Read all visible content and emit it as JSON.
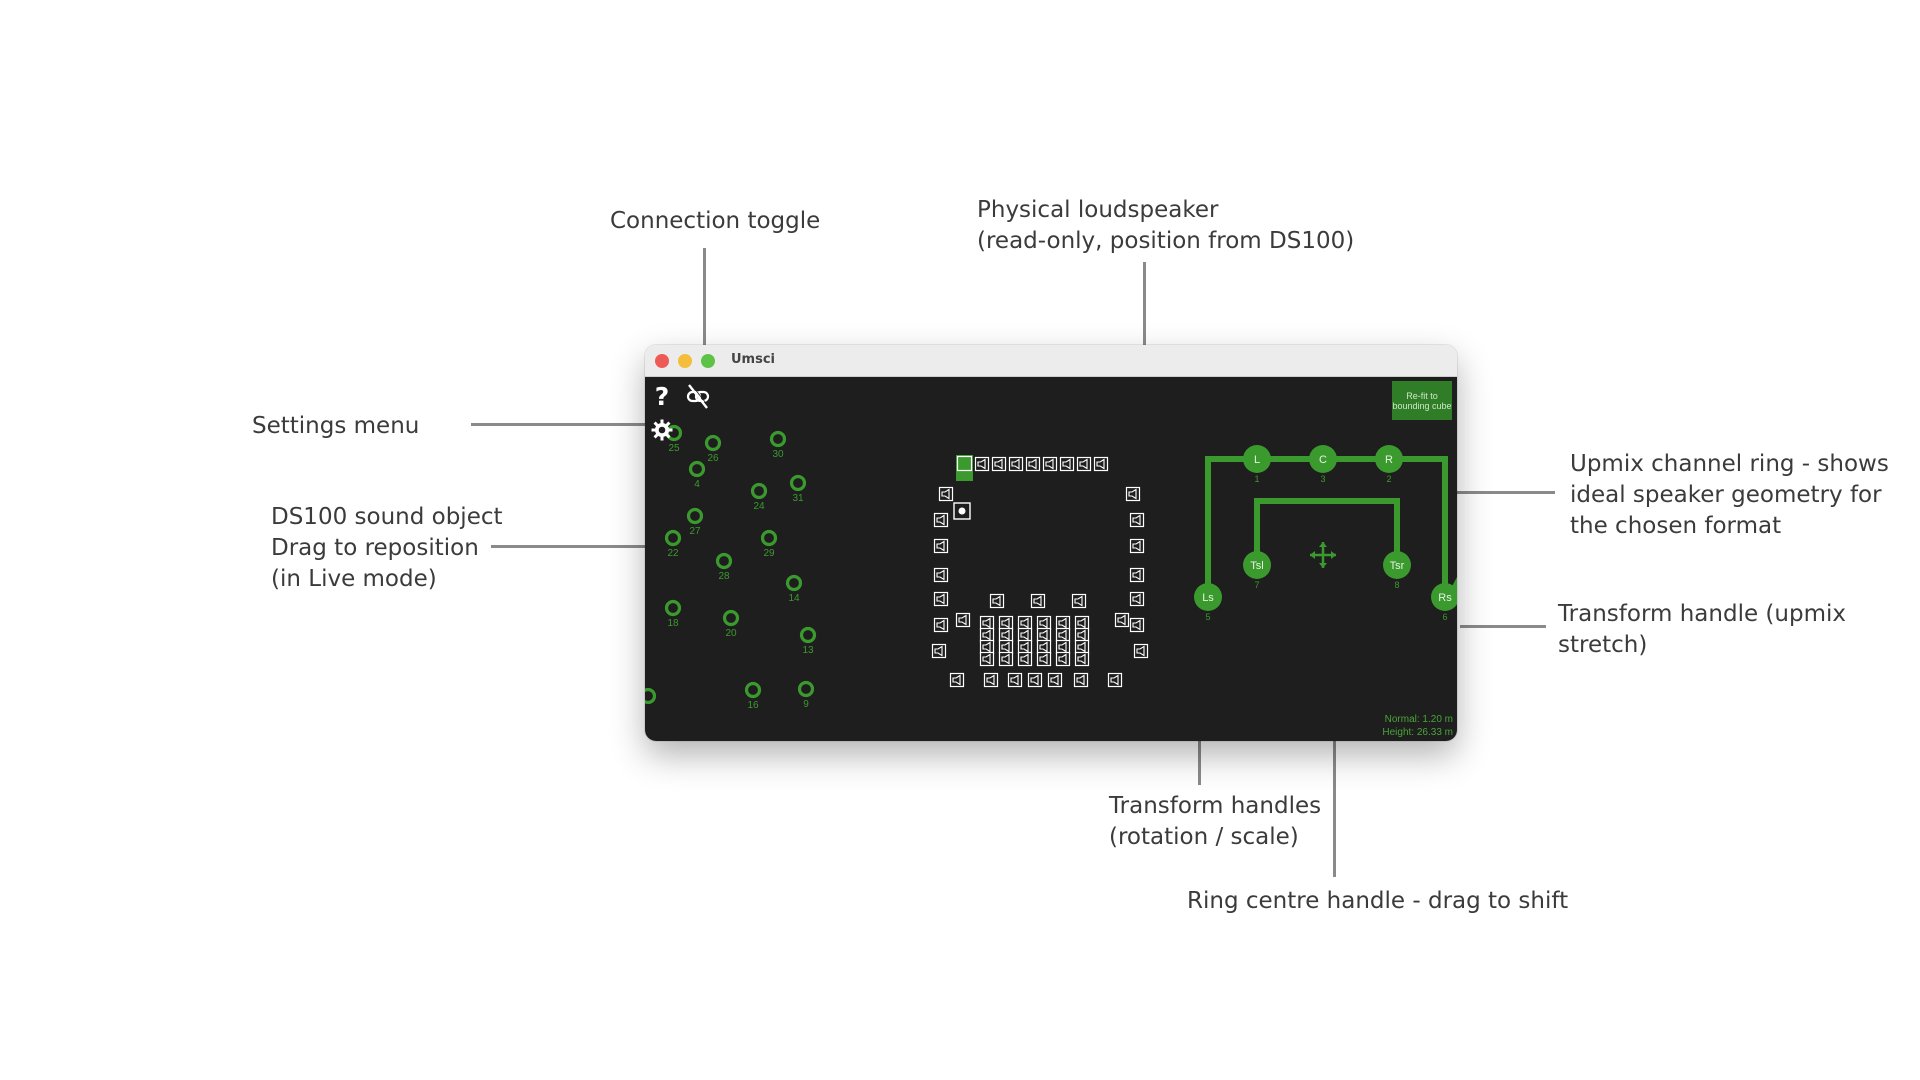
{
  "window": {
    "title": "Umsci"
  },
  "toolbar": {
    "refit_label": "Re-fit to bounding cube"
  },
  "status": {
    "normal": "Normal: 1.20 m",
    "height": "Height: 26.33 m"
  },
  "colors": {
    "accent": "#3b9a2e",
    "background": "#1e1e1e",
    "speaker": "#ffffff",
    "highlight": "#3b9a2e"
  },
  "callouts": {
    "connection_toggle": "Connection toggle",
    "physical_loudspeaker": [
      "Physical loudspeaker",
      "(read-only, position from DS100)"
    ],
    "settings_menu": "Settings menu",
    "sound_object": [
      "DS100 sound object",
      "Drag to reposition",
      "(in Live mode)"
    ],
    "upmix_ring": [
      "Upmix channel ring - shows",
      "ideal speaker geometry for",
      "the chosen format"
    ],
    "upmix_stretch": [
      "Transform handle (upmix",
      "stretch)"
    ],
    "transform_handles": [
      "Transform handles",
      "(rotation / scale)"
    ],
    "ring_centre": "Ring centre handle - drag to shift"
  },
  "sound_objects": [
    "25",
    "26",
    "30",
    "4",
    "24",
    "31",
    "27",
    "22",
    "29",
    "28",
    "14",
    "18",
    "20",
    "13",
    "16",
    "9",
    ""
  ],
  "upmix_channels": [
    {
      "label": "L",
      "num": "1"
    },
    {
      "label": "C",
      "num": "3"
    },
    {
      "label": "R",
      "num": "2"
    },
    {
      "label": "Tsl",
      "num": "7"
    },
    {
      "label": "Tsr",
      "num": "8"
    },
    {
      "label": "Ls",
      "num": "5"
    },
    {
      "label": "Rs",
      "num": "6"
    }
  ],
  "icons": [
    "help-icon",
    "link-off-icon",
    "gear-icon",
    "move-arrows-icon",
    "speaker-icon",
    "origin-icon"
  ]
}
